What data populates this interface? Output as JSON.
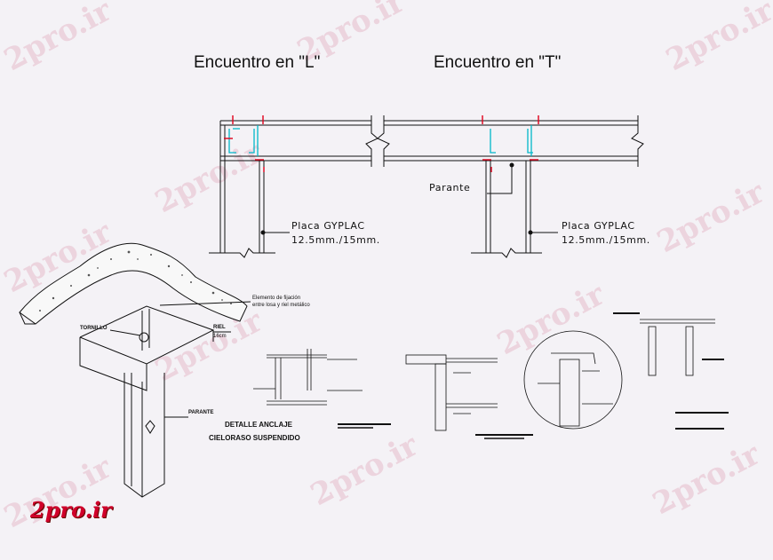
{
  "titles": {
    "l_junction": "Encuentro en \"L\"",
    "t_junction": "Encuentro en \"T\""
  },
  "labels": {
    "placa_left": "Placa  GYPLAC",
    "size_left": "12.5mm./15mm.",
    "parante_top": "Parante",
    "placa_right": "Placa  GYPLAC",
    "size_right": "12.5mm./15mm.",
    "elemento": "Elemento de fijación",
    "elemento_sub": "entre losa y riel metálico",
    "tornillo": "TORNILLO",
    "riel": "RIEL",
    "riel_size": "16cm",
    "parante_iso": "PARANTE",
    "detalle_1": "DETALLE ANCLAJE",
    "detalle_2": "CIELORASO SUSPENDIDO"
  },
  "watermark": "2pro.ir",
  "logo": "2pro.ir",
  "colors": {
    "line": "#111111",
    "accent_red": "#e0001b",
    "accent_cyan": "#00b7c9",
    "watermark": "#dc96aa",
    "logo": "#d0002a"
  }
}
